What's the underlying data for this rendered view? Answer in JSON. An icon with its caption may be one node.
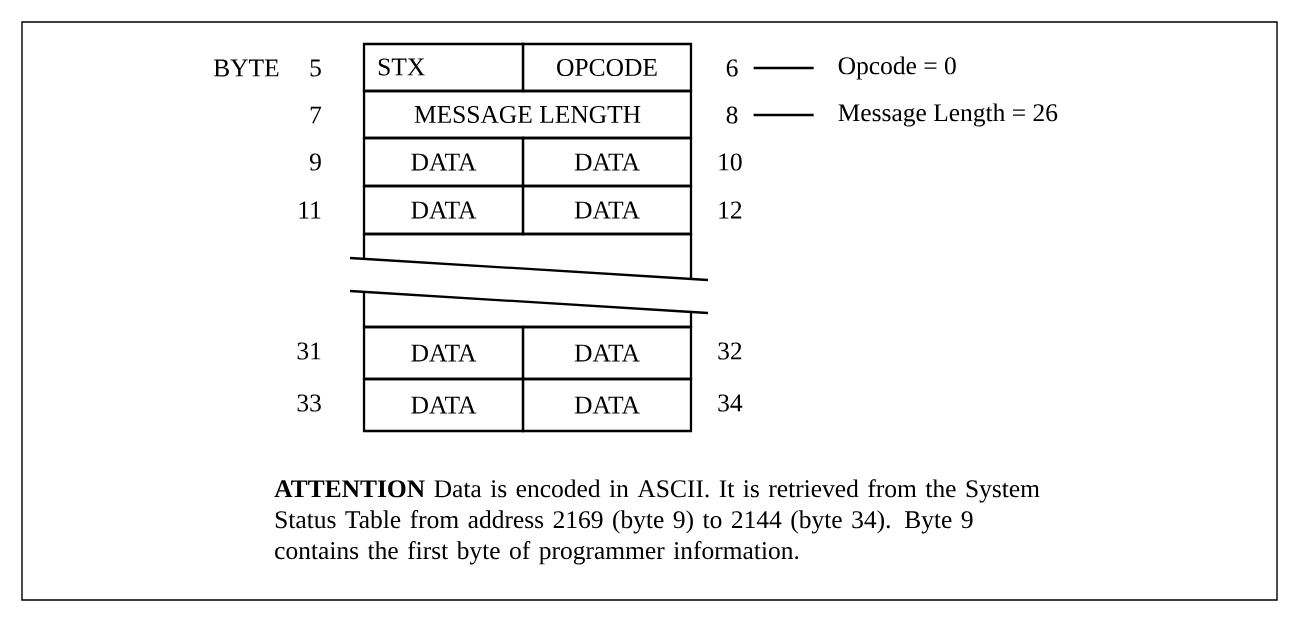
{
  "diagram": {
    "nodes": [
      {
        "text": [
          "STX"
        ]
      },
      {
        "text": [
          "OPCODE"
        ]
      },
      {
        "text": [
          "MESSAGE LENGTH"
        ]
      },
      {
        "text": [
          "DATA"
        ]
      },
      {
        "text": [
          "DATA"
        ]
      },
      {
        "text": [
          "DATA"
        ]
      },
      {
        "text": [
          "DATA"
        ]
      },
      {
        "text": [],
        "shape": "box"
      },
      {
        "text": [],
        "shape": "box"
      },
      {
        "text": [
          "DATA"
        ]
      },
      {
        "text": [
          "DATA"
        ]
      },
      {
        "text": [
          "DATA"
        ]
      },
      {
        "text": [
          "DATA"
        ]
      },
      {
        "text": [
          "6"
        ]
      },
      {
        "text": [
          "Opcode = 0"
        ]
      },
      {
        "text": [
          "8"
        ]
      },
      {
        "text": [
          "Message Length = 26"
        ]
      }
    ],
    "edges": [
      {
        "from": 13,
        "to": 14,
        "arrow": "none"
      },
      {
        "from": 15,
        "to": 16,
        "arrow": "none"
      }
    ],
    "labels": [
      "BYTE",
      "5",
      "7",
      "9",
      "10",
      "11",
      "12",
      "31",
      "32",
      "33",
      "34",
      "**ATTENTION** Data is encoded in ASCII. It is retrieved from the System Status Table from address 2169 (byte 9) to 2144 (byte 34). Byte 9 contains the first byte of programmer information."
    ]
  }
}
